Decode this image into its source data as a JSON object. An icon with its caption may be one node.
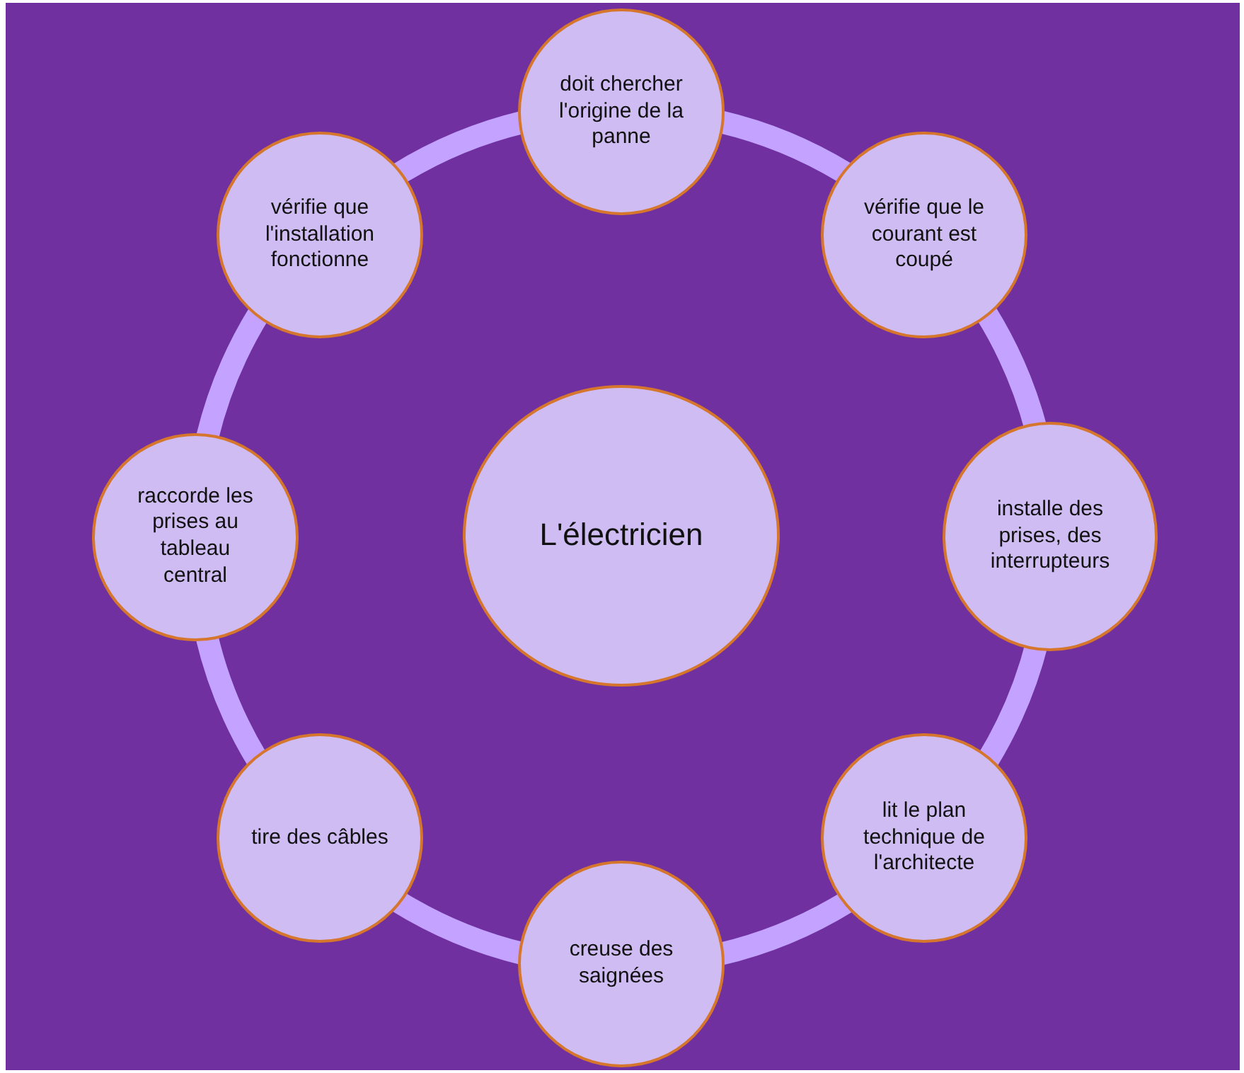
{
  "diagram": {
    "nodes": [
      {
        "text": [
          "L'électricien"
        ]
      },
      {
        "text": [
          "doit chercher l'origine de la panne"
        ]
      },
      {
        "text": [
          "vérifie que le courant est coupé"
        ]
      },
      {
        "text": [
          "installe des prises, des interrupteurs"
        ]
      },
      {
        "text": [
          "lit le plan technique de l'architecte"
        ]
      },
      {
        "text": [
          "creuse des saignées"
        ]
      },
      {
        "text": [
          "tire des câbles"
        ]
      },
      {
        "text": [
          "raccorde les prises au tableau central"
        ]
      },
      {
        "text": [
          "vérifie que l'installation fonctionne"
        ]
      }
    ],
    "edges": [
      {
        "from": 1,
        "to": 2,
        "arrow": "none"
      },
      {
        "from": 2,
        "to": 3,
        "arrow": "none"
      },
      {
        "from": 3,
        "to": 4,
        "arrow": "none"
      },
      {
        "from": 4,
        "to": 5,
        "arrow": "none"
      },
      {
        "from": 5,
        "to": 6,
        "arrow": "none"
      },
      {
        "from": 6,
        "to": 7,
        "arrow": "none"
      },
      {
        "from": 7,
        "to": 8,
        "arrow": "none"
      },
      {
        "from": 8,
        "to": 1,
        "arrow": "none"
      }
    ]
  }
}
